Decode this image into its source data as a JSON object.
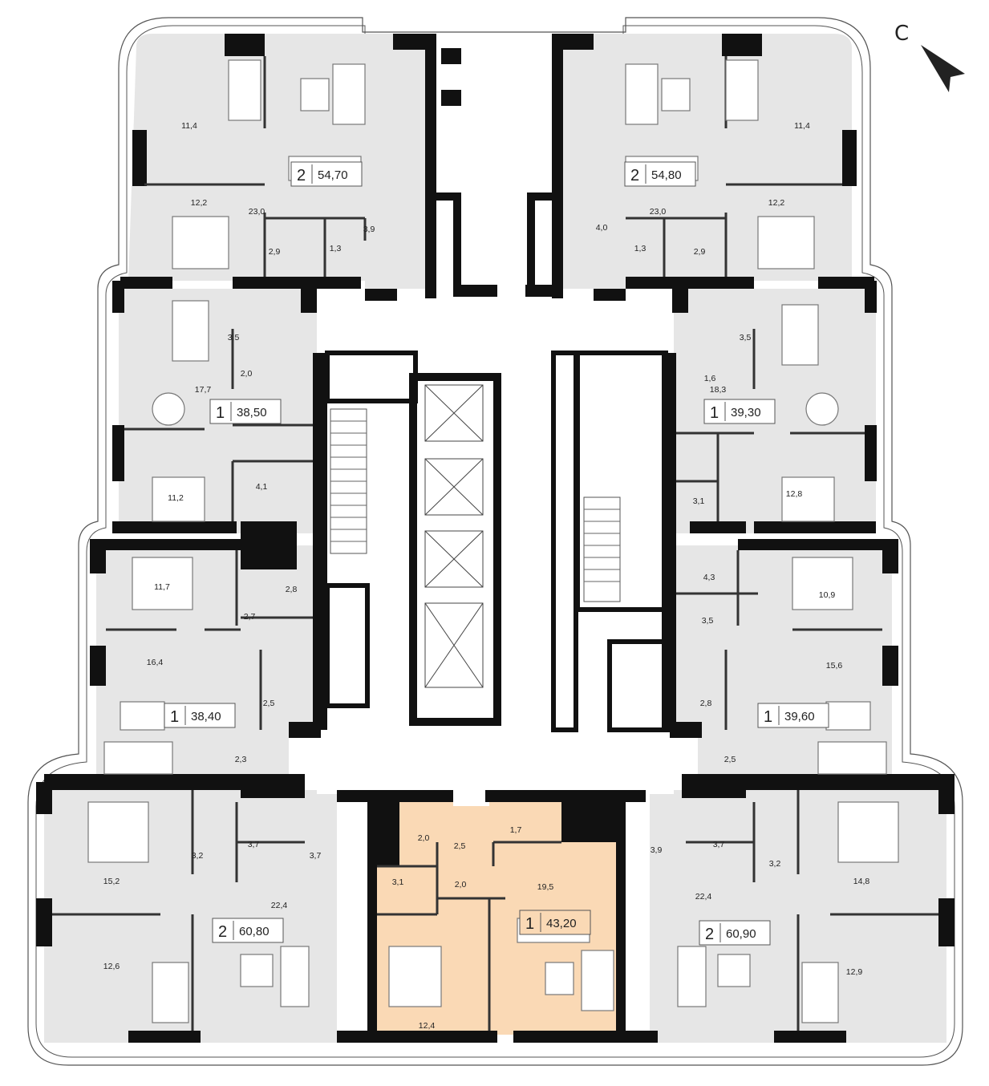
{
  "compass": {
    "letter": "С",
    "icon": "north-arrow-icon"
  },
  "colors": {
    "apartment_fill": "#e6e6e6",
    "highlight_fill": "#fad9b5",
    "wall": "#111111",
    "outline": "#555555"
  },
  "apartments": [
    {
      "id": "apt-2-54-70",
      "rooms": "2",
      "area": "54,70",
      "highlighted": false,
      "room_areas": [
        "11,4",
        "12,2",
        "23,0",
        "2,9",
        "1,3",
        "3,9"
      ]
    },
    {
      "id": "apt-2-54-80",
      "rooms": "2",
      "area": "54,80",
      "highlighted": false,
      "room_areas": [
        "11,4",
        "12,2",
        "23,0",
        "4,0",
        "1,3",
        "2,9"
      ]
    },
    {
      "id": "apt-1-38-50",
      "rooms": "1",
      "area": "38,50",
      "highlighted": false,
      "room_areas": [
        "3,5",
        "2,0",
        "17,7",
        "4,1",
        "11,2"
      ]
    },
    {
      "id": "apt-1-39-30",
      "rooms": "1",
      "area": "39,30",
      "highlighted": false,
      "room_areas": [
        "3,5",
        "1,6",
        "18,3",
        "3,1",
        "12,8"
      ]
    },
    {
      "id": "apt-1-38-40",
      "rooms": "1",
      "area": "38,40",
      "highlighted": false,
      "room_areas": [
        "11,7",
        "2,8",
        "2,7",
        "16,4",
        "2,5",
        "2,3"
      ]
    },
    {
      "id": "apt-1-39-60",
      "rooms": "1",
      "area": "39,60",
      "highlighted": false,
      "room_areas": [
        "4,3",
        "10,9",
        "3,5",
        "15,6",
        "2,8",
        "2,5"
      ]
    },
    {
      "id": "apt-2-60-80",
      "rooms": "2",
      "area": "60,80",
      "highlighted": false,
      "room_areas": [
        "15,2",
        "3,2",
        "3,7",
        "3,7",
        "22,4",
        "12,6"
      ]
    },
    {
      "id": "apt-1-43-20",
      "rooms": "1",
      "area": "43,20",
      "highlighted": true,
      "room_areas": [
        "2,0",
        "1,7",
        "2,5",
        "3,1",
        "2,0",
        "19,5",
        "12,4"
      ]
    },
    {
      "id": "apt-2-60-90",
      "rooms": "2",
      "area": "60,90",
      "highlighted": false,
      "room_areas": [
        "3,9",
        "3,7",
        "3,2",
        "14,8",
        "22,4",
        "12,9"
      ]
    }
  ]
}
